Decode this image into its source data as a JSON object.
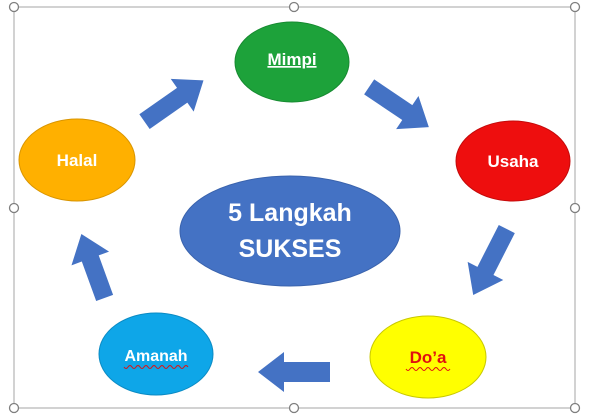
{
  "diagram": {
    "center": {
      "line1": "5 Langkah",
      "line2": "SUKSES",
      "color": "#4472C4"
    },
    "nodes": [
      {
        "id": "mimpi",
        "label": "Mimpi",
        "color": "#1DA23A",
        "text_color": "#ffffff",
        "underline": "solid"
      },
      {
        "id": "usaha",
        "label": "Usaha",
        "color": "#EE0E0E",
        "text_color": "#ffffff",
        "underline": "none"
      },
      {
        "id": "doa",
        "label": "Do’a",
        "color": "#FFFF00",
        "text_color": "#E01010",
        "underline": "wavy"
      },
      {
        "id": "amanah",
        "label": "Amanah",
        "color": "#0EA6E8",
        "text_color": "#ffffff",
        "underline": "wavy"
      },
      {
        "id": "halal",
        "label": "Halal",
        "color": "#FFB000",
        "text_color": "#ffffff",
        "underline": "none"
      }
    ],
    "arrow_color": "#4472C4",
    "frame_color": "#A6A6A6",
    "handle_color": "#7F7F7F"
  }
}
